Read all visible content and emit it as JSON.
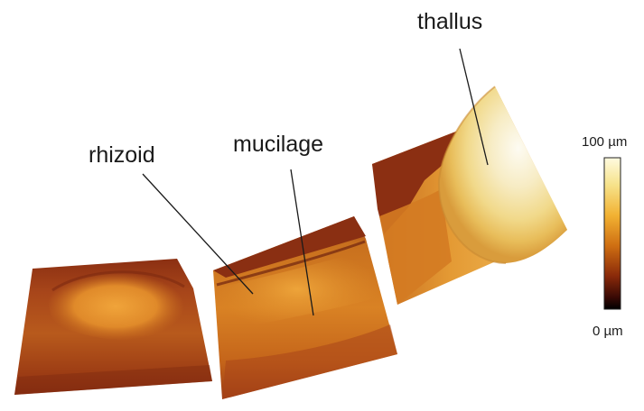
{
  "labels": {
    "thallus": "thallus",
    "rhizoid": "rhizoid",
    "mucilage": "mucilage"
  },
  "scale_bar": {
    "max_label": "100 µm",
    "min_label": "0 µm",
    "colors": [
      "#fffbe0",
      "#f6e28a",
      "#f2b233",
      "#cf6f12",
      "#8a2a0a",
      "#3a0a05",
      "#000000"
    ]
  }
}
